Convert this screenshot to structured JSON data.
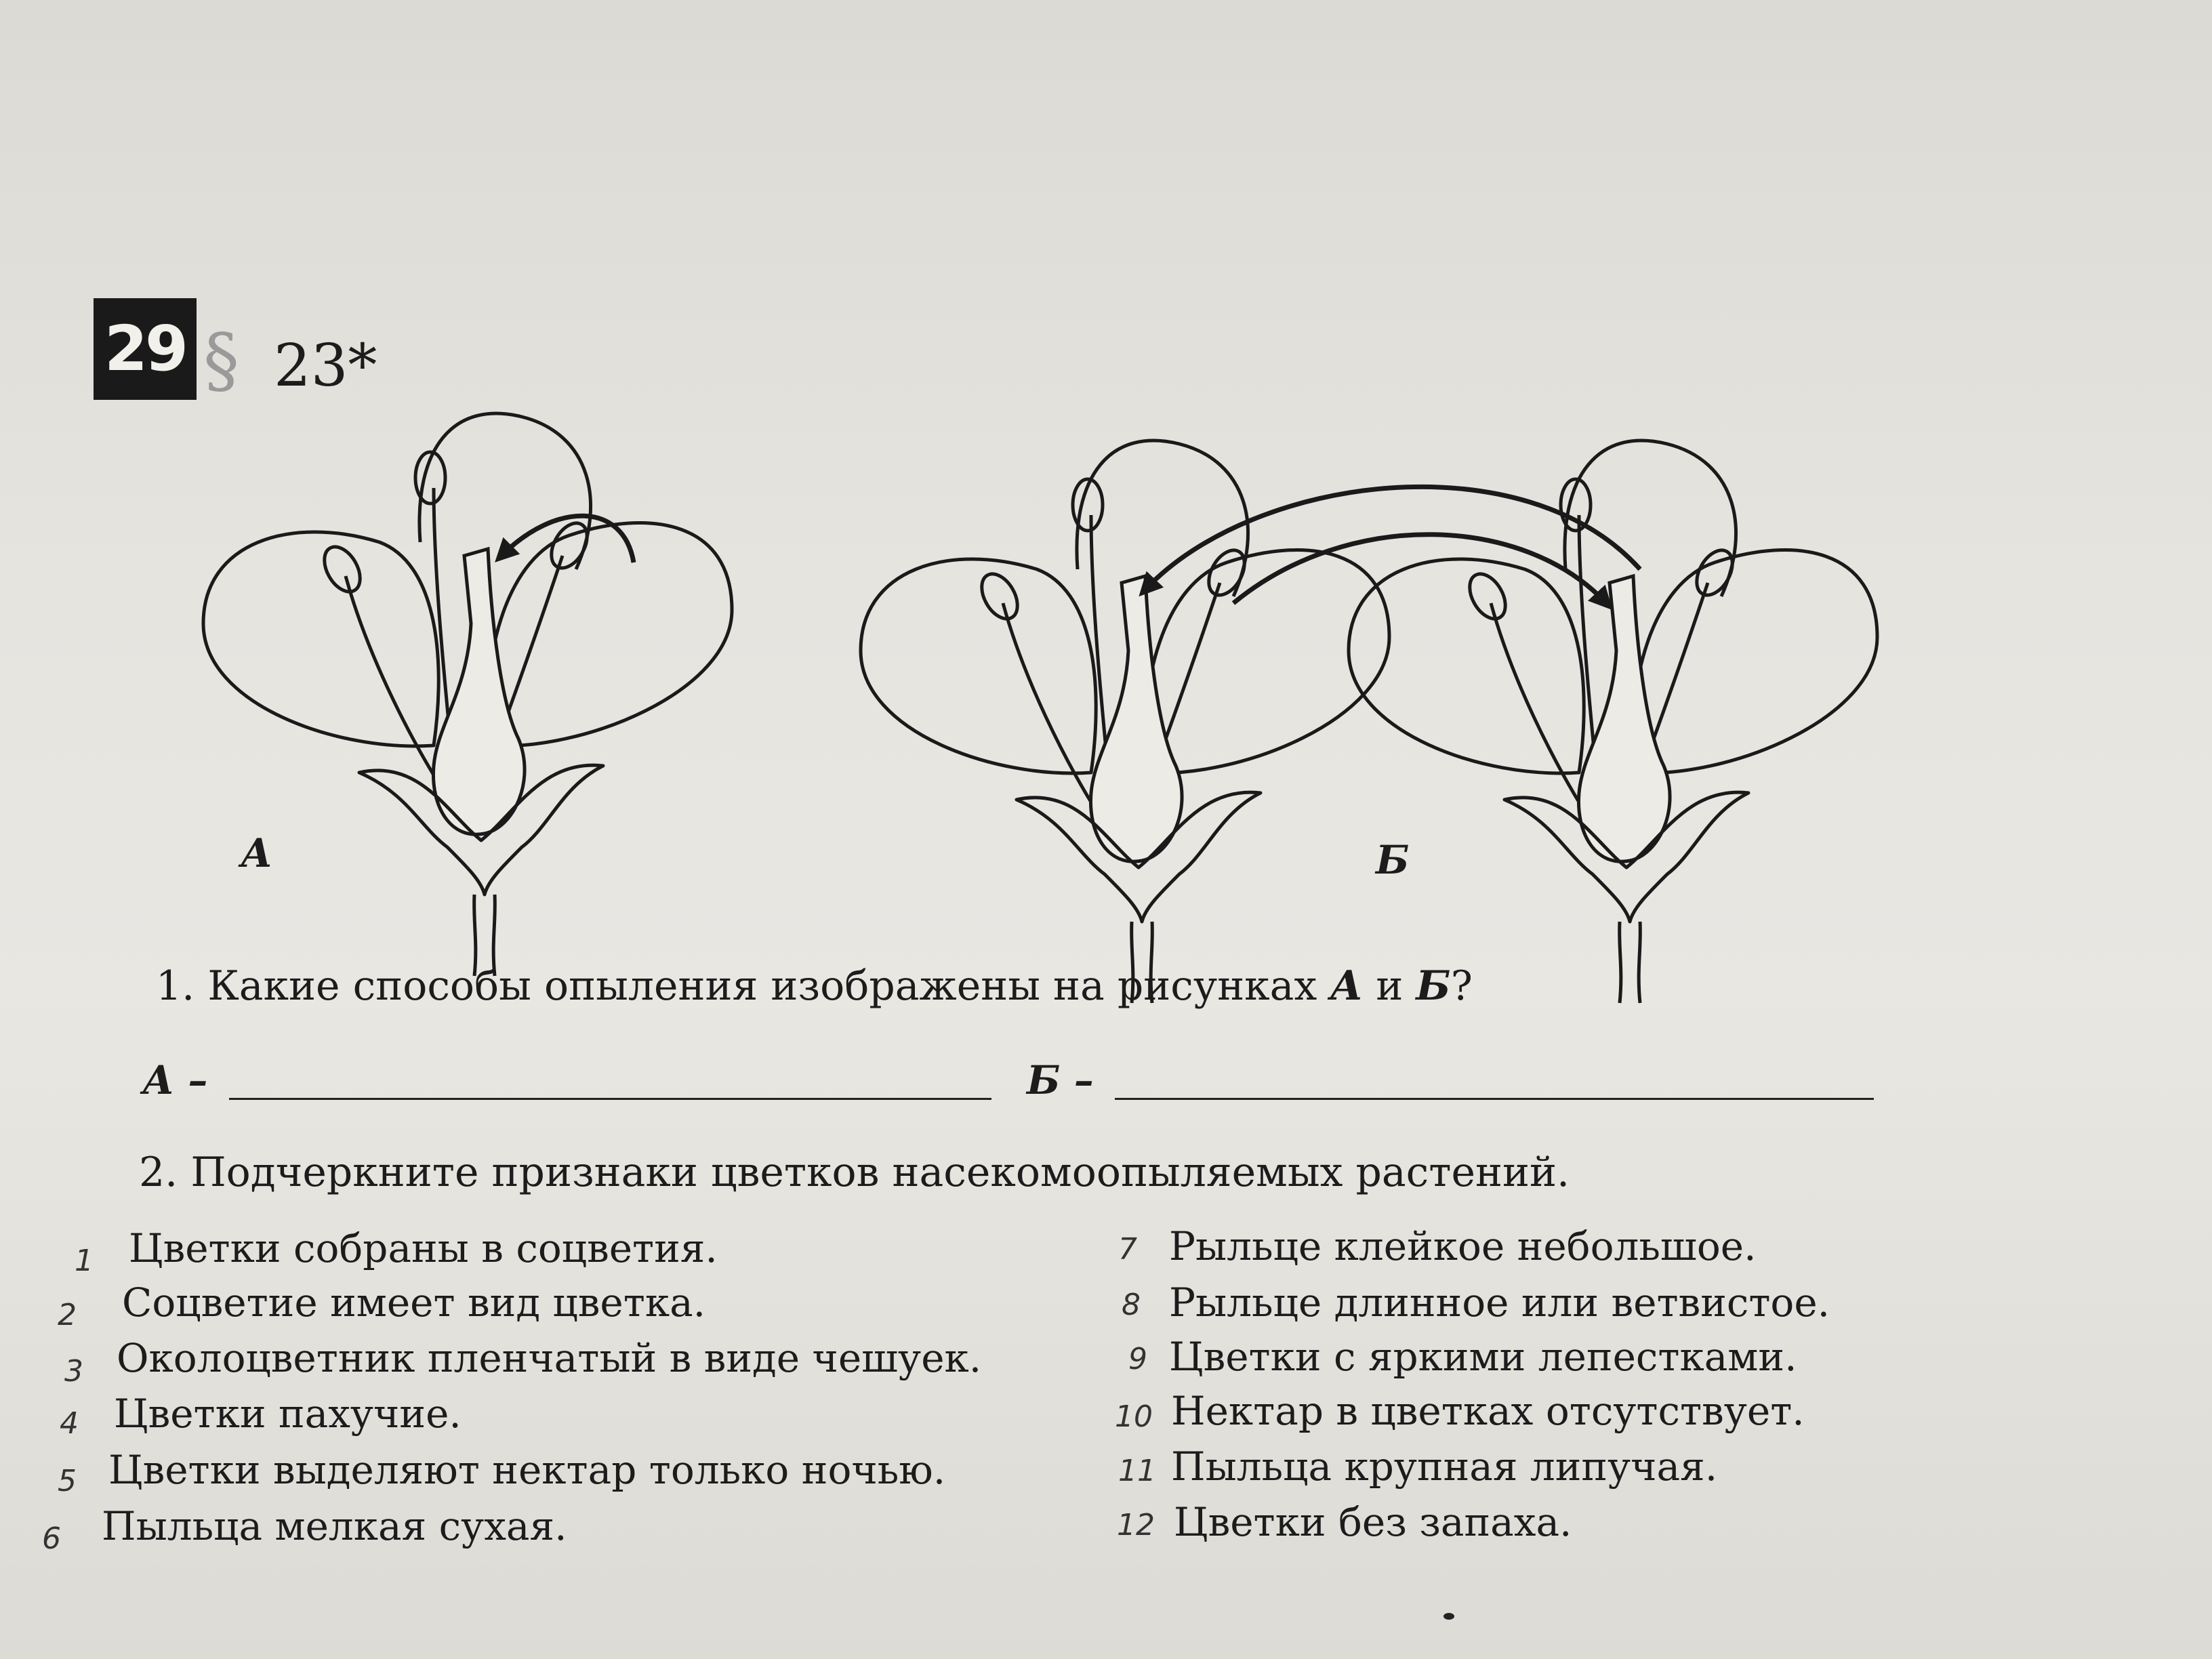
{
  "header": {
    "badge": "29",
    "section_mark": "§",
    "section_number": "23*"
  },
  "figures": {
    "label_a": "А",
    "label_b": "Б"
  },
  "question1": {
    "number": "1.",
    "text": "Какие способы опыления изображены на рисунках",
    "a": "А",
    "conj": "и",
    "b": "Б",
    "end": "?"
  },
  "answers": {
    "a_label": "А –",
    "b_label": "Б –"
  },
  "question2": {
    "number": "2.",
    "text": "Подчеркните признаки цветков насекомоопыляемых растений."
  },
  "items_left": [
    {
      "num": "1",
      "text": "Цветки собраны в соцветия."
    },
    {
      "num": "2",
      "text": "Соцветие имеет вид цветка."
    },
    {
      "num": "3",
      "text": "Околоцветник пленчатый в виде чешуек."
    },
    {
      "num": "4",
      "text": "Цветки пахучие."
    },
    {
      "num": "5",
      "text": "Цветки выделяют нектар только ночью."
    },
    {
      "num": "6",
      "text": "Пыльца мелкая сухая."
    }
  ],
  "items_right": [
    {
      "num": "7",
      "text": "Рыльце клейкое небольшое."
    },
    {
      "num": "8",
      "text": "Рыльце длинное или ветвистое."
    },
    {
      "num": "9",
      "text": "Цветки с яркими лепестками."
    },
    {
      "num": "10",
      "text": "Нектар в цветках отсутствует."
    },
    {
      "num": "11",
      "text": "Пыльца крупная липучая."
    },
    {
      "num": "12",
      "text": "Цветки без запаха."
    }
  ]
}
